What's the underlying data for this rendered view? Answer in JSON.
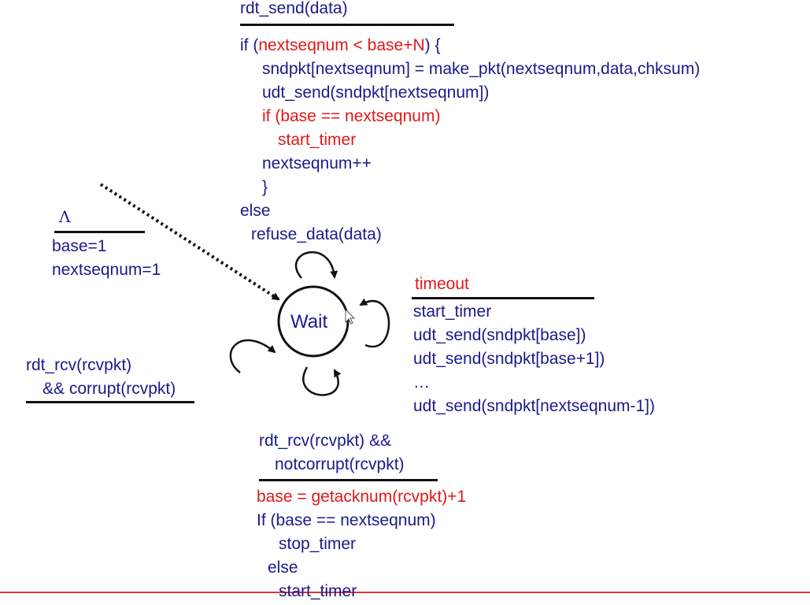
{
  "colors": {
    "text": "#1a1a8c",
    "highlight": "#e01818",
    "rule": "#111111",
    "bottom_line": "#d93a3a"
  },
  "state": {
    "label": "Wait"
  },
  "init_transition": {
    "event": "Λ",
    "actions": [
      "base=1",
      "nextseqnum=1"
    ]
  },
  "send_transition": {
    "event": "rdt_send(data)",
    "if_kw": "if (",
    "condition": "nextseqnum < base+N",
    "if_tail": ") {",
    "line1": "sndpkt[nextseqnum] = make_pkt(nextseqnum,data,chksum)",
    "line2": "udt_send(sndpkt[nextseqnum])",
    "line3": "if (base == nextseqnum)",
    "line4": "start_timer",
    "line5": "nextseqnum++",
    "line6": "}",
    "line7": "else",
    "line8": "refuse_data(data)"
  },
  "timeout_transition": {
    "event": "timeout",
    "actions": [
      "start_timer",
      "udt_send(sndpkt[base])",
      "udt_send(sndpkt[base+1])",
      "…",
      "udt_send(sndpkt[nextseqnum-1])"
    ]
  },
  "corrupt_transition": {
    "event_line1": "rdt_rcv(rcvpkt)",
    "event_line2": "&& corrupt(rcvpkt)"
  },
  "ack_transition": {
    "event_line1": "rdt_rcv(rcvpkt) &&",
    "event_line2": "notcorrupt(rcvpkt)",
    "action1": "base = getacknum(rcvpkt)+1",
    "action2": "If (base == nextseqnum)",
    "action3": "stop_timer",
    "action4": "else",
    "action5": "start_timer"
  }
}
